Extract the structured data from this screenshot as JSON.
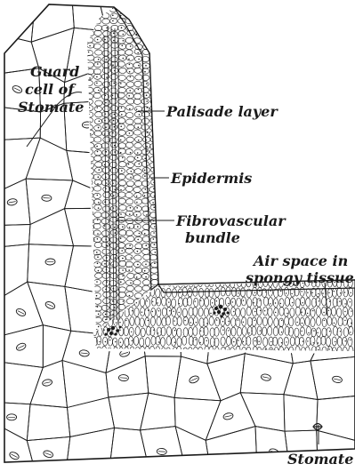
{
  "labels": {
    "guard_cell_line1": "Guard",
    "guard_cell_line2": "cell of",
    "guard_cell_line3": "Stomate",
    "palisade_layer": "Palisade layer",
    "epidermis": "Epidermis",
    "fibrovascular_line1": "Fibrovascular",
    "fibrovascular_line2": "bundle",
    "air_space_line1": "Air space in",
    "air_space_line2": "spongy tissue",
    "stomate": "Stomate"
  },
  "colors": {
    "ink": "#1a1a1a",
    "paper": "#ffffff"
  }
}
